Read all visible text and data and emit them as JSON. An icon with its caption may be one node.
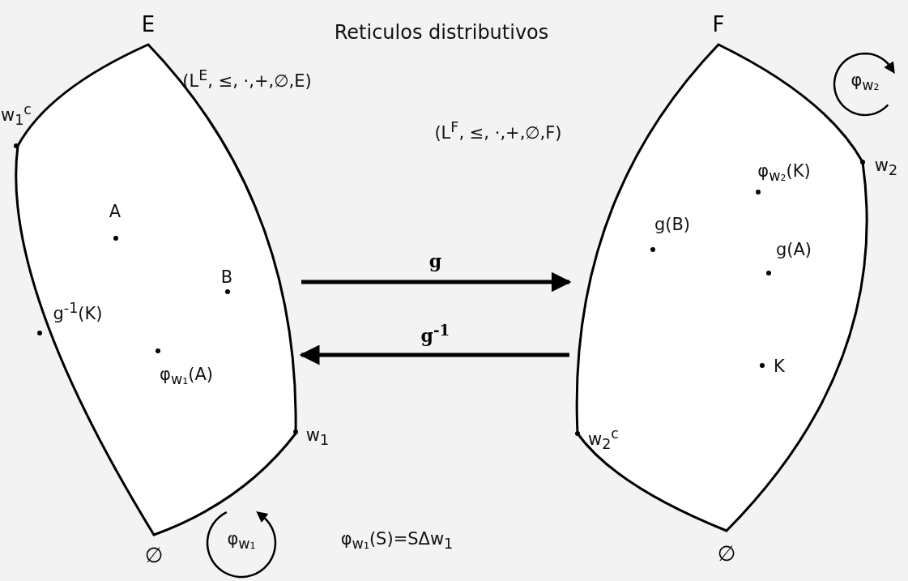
{
  "diagram": {
    "title": "Reticulos distributivos",
    "nodes": [
      {
        "text": [
          "E",
          "∅"
        ]
      },
      {
        "text": [
          "F",
          "∅"
        ]
      }
    ],
    "edges": [
      {
        "from": 0,
        "to": 1,
        "arrow": "to",
        "label": "g"
      },
      {
        "from": 1,
        "to": 0,
        "arrow": "to",
        "label": "g$^{-1}$"
      }
    ],
    "labels": [
      "(L$^{E}$, ≤, ·,+,∅,E)",
      "(L$^{F}$, ≤, ·,+,∅,F)",
      "w$_{1}$$^{c}$",
      "A",
      "B",
      "g$^{-1}$(K)",
      "φ$_{w₁}$(A)",
      "w$_{1}$",
      "φ$_{w₂}$",
      "w$_{2}$",
      "φ$_{w₂}$(K)",
      "g(B)",
      "g(A)",
      "K",
      "w$_{2}$$^{c}$",
      "φ$_{w₁}$",
      "φ$_{w₁}$(S)=SΔw$_{1}$"
    ]
  }
}
